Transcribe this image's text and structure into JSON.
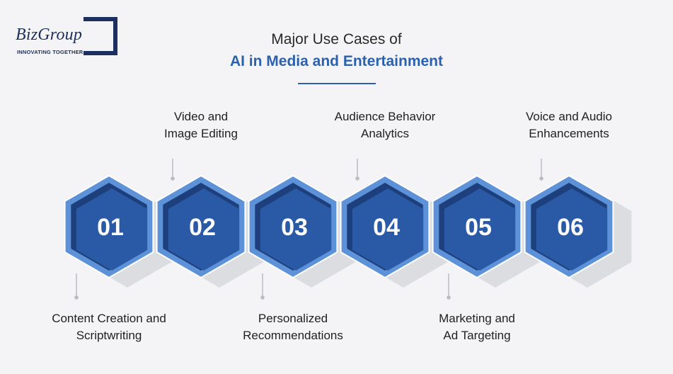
{
  "brand": {
    "name": "BizGroup",
    "tagline": "INNOVATING TOGETHER"
  },
  "title": {
    "line1": "Major Use Cases of",
    "line2": "AI in Media and Entertainment"
  },
  "colors": {
    "accent": "#2c61ad",
    "hex_fill": "#2a5aa6",
    "hex_dark": "#1d3f7c",
    "hex_border": "#5d92d8",
    "text": "#1f1f1f"
  },
  "steps": [
    {
      "number": "01",
      "label": [
        "Content Creation and",
        "Scriptwriting"
      ],
      "position": "below"
    },
    {
      "number": "02",
      "label": [
        "Video and",
        "Image Editing"
      ],
      "position": "above"
    },
    {
      "number": "03",
      "label": [
        "Personalized",
        "Recommendations"
      ],
      "position": "below"
    },
    {
      "number": "04",
      "label": [
        "Audience Behavior",
        "Analytics"
      ],
      "position": "above"
    },
    {
      "number": "05",
      "label": [
        "Marketing and",
        "Ad Targeting"
      ],
      "position": "below"
    },
    {
      "number": "06",
      "label": [
        "Voice and Audio",
        "Enhancements"
      ],
      "position": "above"
    }
  ]
}
